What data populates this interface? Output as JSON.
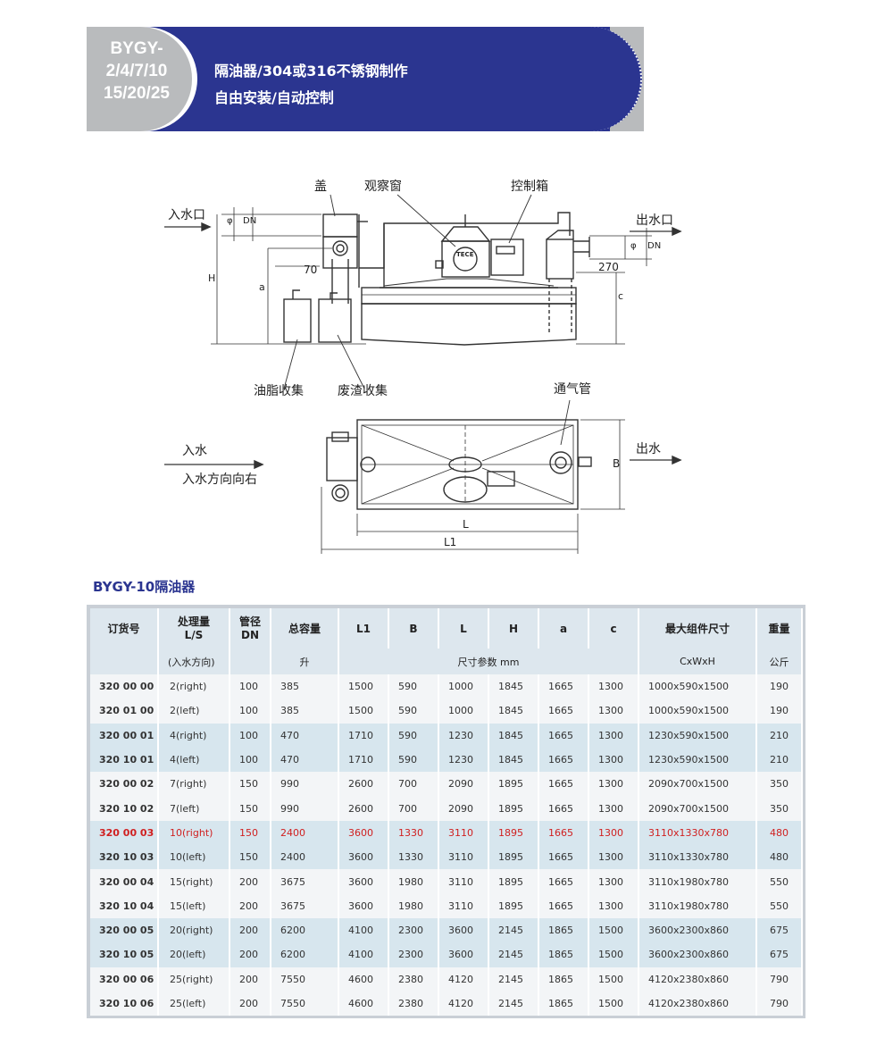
{
  "banner": {
    "model_lines": [
      "BYGY-",
      "2/4/7/10",
      "15/20/25"
    ],
    "line1": "隔油器/304或316不锈钢制作",
    "line2": "自由安装/自动控制"
  },
  "drawing": {
    "labels": {
      "lid": "盖",
      "window": "观察窗",
      "control_box": "控制箱",
      "inlet_port": "入水口",
      "outlet_port": "出水口",
      "grease": "油脂收集",
      "waste": "废渣收集",
      "vent": "通气管",
      "inlet": "入水",
      "inlet_dir": "入水方向向右",
      "outlet": "出水",
      "dim_70": "70",
      "dim_270": "270",
      "dim_H": "H",
      "dim_a": "a",
      "dim_c": "c",
      "dim_DN_in": "DN",
      "dim_DN_out": "DN",
      "dim_phi_in": "φ",
      "dim_phi_out": "φ",
      "dim_B": "B",
      "dim_L": "L",
      "dim_L1": "L1",
      "tece": "TECE"
    }
  },
  "table": {
    "title": "BYGY-10隔油器",
    "headers": [
      "订货号",
      "处理量\nL/S",
      "管径\nDN",
      "总容量",
      "L1",
      "B",
      "L",
      "H",
      "a",
      "c",
      "最大组件尺寸",
      "重量"
    ],
    "subheaders": {
      "flow": "(入水方向)",
      "volume": "升",
      "dims": "尺寸参数  mm",
      "size": "CxWxH",
      "weight": "公斤"
    },
    "rows": [
      [
        "320 00 00",
        "2(right)",
        "100",
        "385",
        "1500",
        "590",
        "1000",
        "1845",
        "1665",
        "1300",
        "1000x590x1500",
        "190"
      ],
      [
        "320 01 00",
        "2(left)",
        "100",
        "385",
        "1500",
        "590",
        "1000",
        "1845",
        "1665",
        "1300",
        "1000x590x1500",
        "190"
      ],
      [
        "320 00 01",
        "4(right)",
        "100",
        "470",
        "1710",
        "590",
        "1230",
        "1845",
        "1665",
        "1300",
        "1230x590x1500",
        "210"
      ],
      [
        "320 10 01",
        "4(left)",
        "100",
        "470",
        "1710",
        "590",
        "1230",
        "1845",
        "1665",
        "1300",
        "1230x590x1500",
        "210"
      ],
      [
        "320 00 02",
        "7(right)",
        "150",
        "990",
        "2600",
        "700",
        "2090",
        "1895",
        "1665",
        "1300",
        "2090x700x1500",
        "350"
      ],
      [
        "320 10 02",
        "7(left)",
        "150",
        "990",
        "2600",
        "700",
        "2090",
        "1895",
        "1665",
        "1300",
        "2090x700x1500",
        "350"
      ],
      [
        "320 00 03",
        "10(right)",
        "150",
        "2400",
        "3600",
        "1330",
        "3110",
        "1895",
        "1665",
        "1300",
        "3110x1330x780",
        "480"
      ],
      [
        "320 10 03",
        "10(left)",
        "150",
        "2400",
        "3600",
        "1330",
        "3110",
        "1895",
        "1665",
        "1300",
        "3110x1330x780",
        "480"
      ],
      [
        "320 00 04",
        "15(right)",
        "200",
        "3675",
        "3600",
        "1980",
        "3110",
        "1895",
        "1665",
        "1300",
        "3110x1980x780",
        "550"
      ],
      [
        "320 10 04",
        "15(left)",
        "200",
        "3675",
        "3600",
        "1980",
        "3110",
        "1895",
        "1665",
        "1300",
        "3110x1980x780",
        "550"
      ],
      [
        "320 00 05",
        "20(right)",
        "200",
        "6200",
        "4100",
        "2300",
        "3600",
        "2145",
        "1865",
        "1500",
        "3600x2300x860",
        "675"
      ],
      [
        "320 10 05",
        "20(left)",
        "200",
        "6200",
        "4100",
        "2300",
        "3600",
        "2145",
        "1865",
        "1500",
        "3600x2300x860",
        "675"
      ],
      [
        "320 00 06",
        "25(right)",
        "200",
        "7550",
        "4600",
        "2380",
        "4120",
        "2145",
        "1865",
        "1500",
        "4120x2380x860",
        "790"
      ],
      [
        "320 10 06",
        "25(left)",
        "200",
        "7550",
        "4600",
        "2380",
        "4120",
        "2145",
        "1865",
        "1500",
        "4120x2380x860",
        "790"
      ]
    ],
    "highlight_color": "#d02020"
  }
}
